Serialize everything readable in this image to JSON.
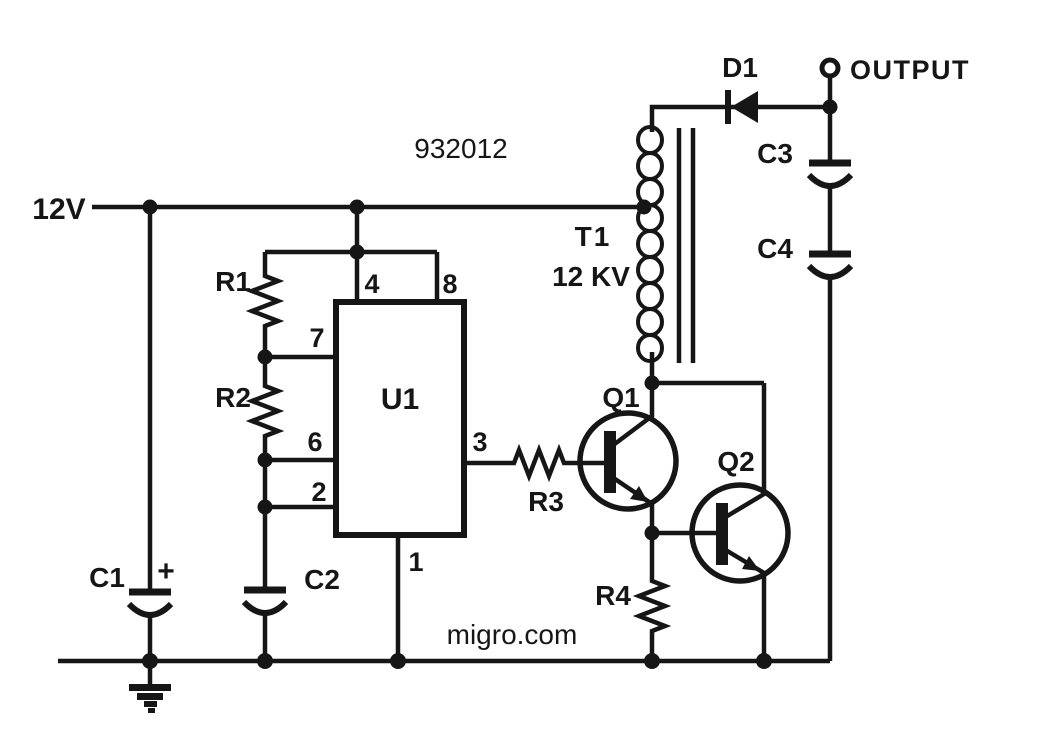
{
  "diagram": {
    "part_number": "932012",
    "watermark": "migro.com",
    "supply_label": "12V",
    "output_label": "OUTPUT",
    "colors": {
      "ink": "#161616",
      "background": "#ffffff"
    },
    "ic": {
      "ref": "U1",
      "pin4": "4",
      "pin8": "8",
      "pin7": "7",
      "pin6": "6",
      "pin2": "2",
      "pin3": "3",
      "pin1": "1"
    },
    "transformer": {
      "ref": "T1",
      "rating": "12 KV"
    },
    "resistors": {
      "r1": "R1",
      "r2": "R2",
      "r3": "R3",
      "r4": "R4"
    },
    "capacitors": {
      "c1": "C1",
      "c1_polarity": "+",
      "c2": "C2",
      "c3": "C3",
      "c4": "C4"
    },
    "diode": {
      "ref": "D1"
    },
    "transistors": {
      "q1": "Q1",
      "q2": "Q2"
    }
  }
}
